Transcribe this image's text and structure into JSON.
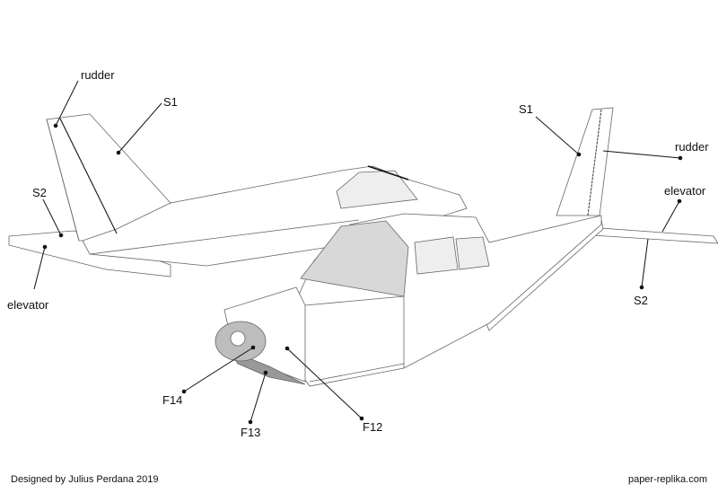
{
  "labels": {
    "rudder_left": "rudder",
    "s1_left": "S1",
    "s2_left": "S2",
    "elevator_left": "elevator",
    "s1_right": "S1",
    "rudder_right": "rudder",
    "elevator_right": "elevator",
    "s2_right": "S2",
    "f14": "F14",
    "f13": "F13",
    "f12": "F12"
  },
  "footer": {
    "designer": "Designed by Julius Perdana 2019",
    "website": "paper-replika.com"
  },
  "colors": {
    "line": "#555555",
    "shade": "#bdbdbd",
    "dark_shade": "#999999"
  }
}
